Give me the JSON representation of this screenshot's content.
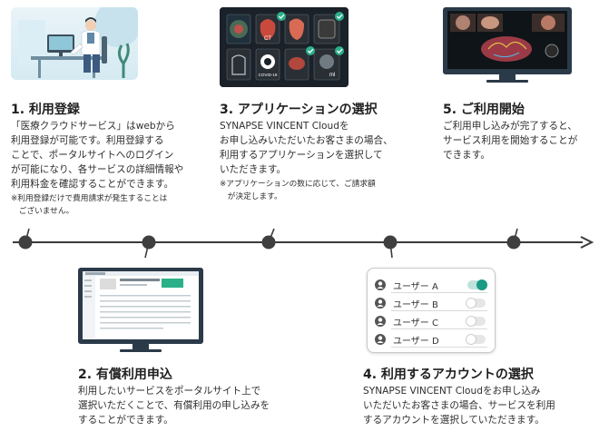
{
  "colors": {
    "accent_teal": "#1b9a84",
    "dark_text": "#1f1f1f",
    "timeline": "#3a3a3a",
    "screen_bg": "#1a2129"
  },
  "steps": [
    {
      "title": "1. 利用登録",
      "body": "「医療クラウドサービス」はwebから\n利用登録が可能です。利用登録する\nことで、ポータルサイトへのログイン\nが可能になり、各サービスの詳細情報や\n利用料金を確認することができます。",
      "note": "※利用登録だけで費用請求が発生することは\n　ございません。"
    },
    {
      "title": "2. 有償利用申込",
      "body": "利用したいサービスをポータルサイト上で\n選択いただくことで、有償利用の申し込みを\nすることができます。"
    },
    {
      "title": "3. アプリケーションの選択",
      "body": "SYNAPSE VINCENT Cloudを\nお申し込みいただいたお客さまの場合、\n利用するアプリケーションを選択して\nいただきます。",
      "note": "※アプリケーションの数に応じて、ご請求額\n　が決定します。"
    },
    {
      "title": "4. 利用するアカウントの選択",
      "body": "SYNAPSE VINCENT Cloudをお申し込み\nいただいたお客さまの場合、サービスを利用\nするアカウントを選択していただきます。"
    },
    {
      "title": "5. ご利用開始",
      "body": "ご利用申し込みが完了すると、\nサービス利用を開始することが\nできます。"
    }
  ],
  "app_tiles": {
    "labels": [
      "CT",
      "COVID-19",
      "ml"
    ]
  },
  "users": [
    {
      "name": "ユーザー A",
      "enabled": true
    },
    {
      "name": "ユーザー B",
      "enabled": false
    },
    {
      "name": "ユーザー C",
      "enabled": false
    },
    {
      "name": "ユーザー D",
      "enabled": false
    }
  ]
}
